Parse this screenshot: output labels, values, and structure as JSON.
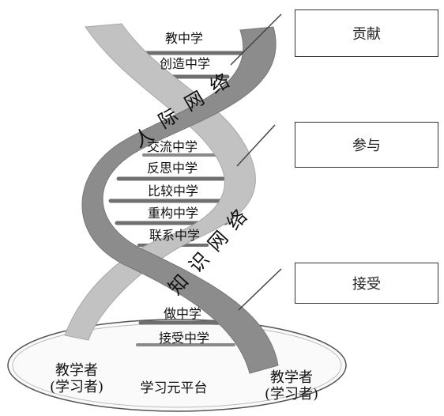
{
  "boxes": {
    "top": "贡献",
    "middle": "参与",
    "bottom": "接受"
  },
  "rungs": [
    "教中学",
    "创造中学",
    "交流中学",
    "反思中学",
    "比较中学",
    "重构中学",
    "联系中学",
    "做中学",
    "接受中学"
  ],
  "strands": {
    "upper": "人际网络",
    "lower": "知识网络"
  },
  "base": {
    "left_line1": "教学者",
    "left_line2": "(学习者)",
    "center": "学习元平台",
    "right_line1": "教学者",
    "right_line2": "(学习者)"
  },
  "colors": {
    "dark_strand": "#8c8c8c",
    "light_strand": "#c2c2c2",
    "rung": "#6f6f6f",
    "box_border": "#333333"
  }
}
